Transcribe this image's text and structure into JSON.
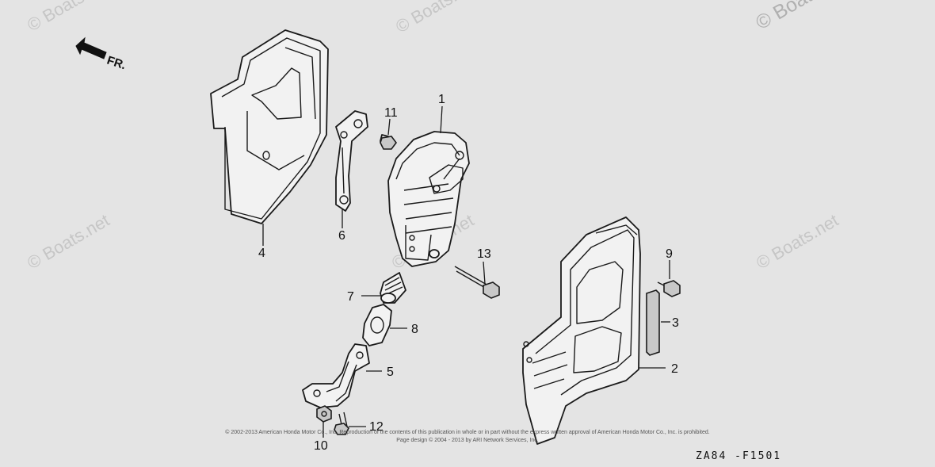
{
  "watermark": "© Boats.net",
  "direction_label": "FR.",
  "parts": {
    "p1": "1",
    "p2": "2",
    "p3": "3",
    "p4": "4",
    "p5": "5",
    "p6": "6",
    "p7": "7",
    "p8": "8",
    "p9": "9",
    "p10": "10",
    "p11": "11",
    "p12": "12",
    "p13": "13"
  },
  "copyright": {
    "line1": "© 2002-2013 American Honda Motor Co., Inc. Reproduction of the contents of this publication in whole or in part without the express written approval of American Honda Motor Co., Inc. is prohibited.",
    "line2": "Page design © 2004 - 2013 by ARI Network Services, Inc."
  },
  "diagram_code": "ZA84 -F1501"
}
